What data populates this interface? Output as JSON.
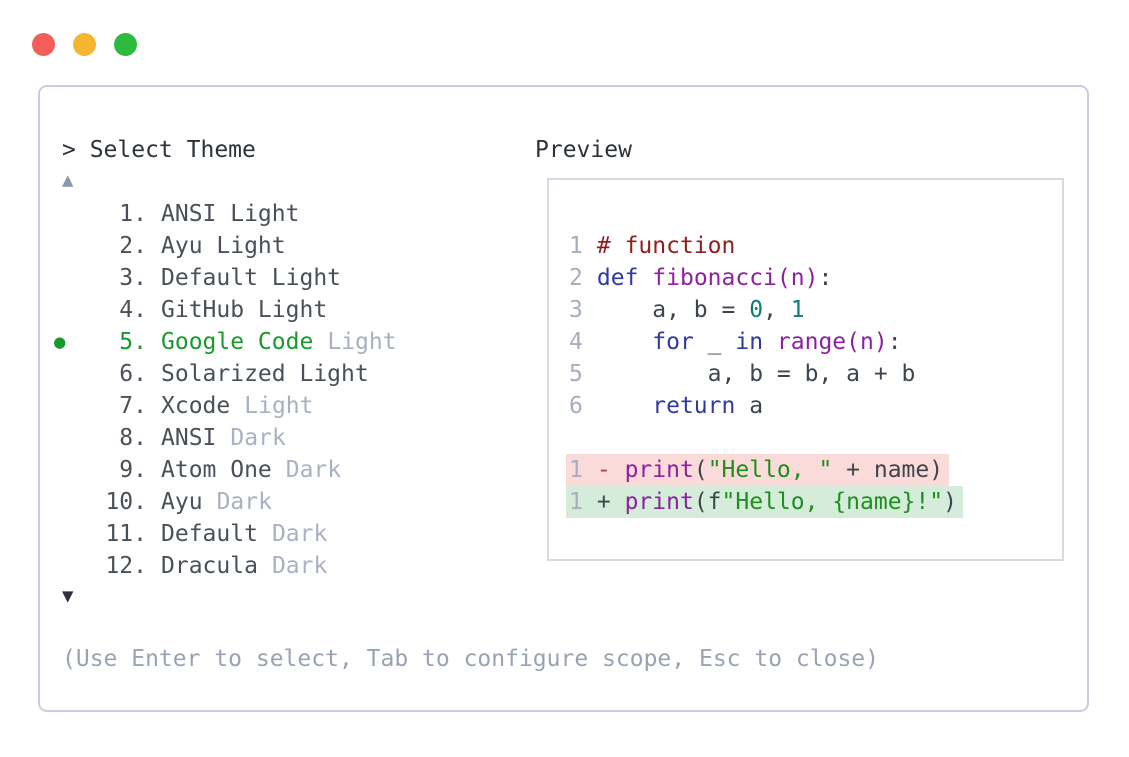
{
  "colors": {
    "text_primary": "#2d323a",
    "text_list": "#4a5059",
    "dim": "#a9b1c0",
    "hint": "#99a3b4",
    "arrow_up": "#8b97ac",
    "arrow_down": "#2d323a",
    "selected_green": "#189a2b",
    "border_panel": "#c8cedb",
    "border_preview": "#d6dae2",
    "lineno": "#a6aebd",
    "tk_plain": "#3f454e",
    "tk_comment": "#8f1f1c",
    "tk_keyword": "#2e3aa3",
    "tk_function": "#8c22a0",
    "tk_number": "#0e7d76",
    "tk_string": "#1e8f1e",
    "diff_minus": "#b2423e",
    "diff_plus": "#3f454e",
    "removed_bg": "#fbdbda",
    "added_bg": "#d5ecdb",
    "traffic_red": "#f25f5a",
    "traffic_yellow": "#f5b52e",
    "traffic_green": "#2cbb3f"
  },
  "window": {
    "traffic_lights": [
      {
        "name": "close",
        "color": "#f25f5a"
      },
      {
        "name": "minimize",
        "color": "#f5b52e"
      },
      {
        "name": "zoom",
        "color": "#2cbb3f"
      }
    ]
  },
  "picker": {
    "prompt": "> Select Theme",
    "scroll_up_indicator": "▲",
    "scroll_down_indicator": "▼",
    "selected_indicator": "●",
    "items": [
      {
        "number": "1.",
        "name": "ANSI Light",
        "variant": "",
        "selected": false
      },
      {
        "number": "2.",
        "name": "Ayu Light",
        "variant": "",
        "selected": false
      },
      {
        "number": "3.",
        "name": "Default Light",
        "variant": "",
        "selected": false
      },
      {
        "number": "4.",
        "name": "GitHub Light",
        "variant": "",
        "selected": false
      },
      {
        "number": "5.",
        "name": "Google Code",
        "variant": "Light",
        "selected": true
      },
      {
        "number": "6.",
        "name": "Solarized Light",
        "variant": "",
        "selected": false
      },
      {
        "number": "7.",
        "name": "Xcode",
        "variant": "Light",
        "selected": false
      },
      {
        "number": "8.",
        "name": "ANSI",
        "variant": "Dark",
        "selected": false
      },
      {
        "number": "9.",
        "name": "Atom One",
        "variant": "Dark",
        "selected": false
      },
      {
        "number": "10.",
        "name": "Ayu",
        "variant": "Dark",
        "selected": false
      },
      {
        "number": "11.",
        "name": "Default",
        "variant": "Dark",
        "selected": false
      },
      {
        "number": "12.",
        "name": "Dracula",
        "variant": "Dark",
        "selected": false
      }
    ],
    "hint": "(Use Enter to select, Tab to configure scope, Esc to close)"
  },
  "preview": {
    "title": "Preview",
    "code_lines": [
      {
        "num": "1",
        "tokens": [
          {
            "text": "# function",
            "type": "comment"
          }
        ]
      },
      {
        "num": "2",
        "tokens": [
          {
            "text": "def",
            "type": "keyword"
          },
          {
            "text": " ",
            "type": "plain"
          },
          {
            "text": "fibonacci(n)",
            "type": "function"
          },
          {
            "text": ":",
            "type": "plain"
          }
        ]
      },
      {
        "num": "3",
        "tokens": [
          {
            "text": "    a, b = ",
            "type": "plain"
          },
          {
            "text": "0",
            "type": "number"
          },
          {
            "text": ", ",
            "type": "plain"
          },
          {
            "text": "1",
            "type": "number"
          }
        ]
      },
      {
        "num": "4",
        "tokens": [
          {
            "text": "    ",
            "type": "plain"
          },
          {
            "text": "for",
            "type": "keyword"
          },
          {
            "text": " _ ",
            "type": "plain"
          },
          {
            "text": "in",
            "type": "keyword"
          },
          {
            "text": " ",
            "type": "plain"
          },
          {
            "text": "range(n)",
            "type": "function"
          },
          {
            "text": ":",
            "type": "plain"
          }
        ]
      },
      {
        "num": "5",
        "tokens": [
          {
            "text": "        a, b = b, a + b",
            "type": "plain"
          }
        ]
      },
      {
        "num": "6",
        "tokens": [
          {
            "text": "    ",
            "type": "plain"
          },
          {
            "text": "return",
            "type": "keyword"
          },
          {
            "text": " a",
            "type": "plain"
          }
        ]
      }
    ],
    "diff_lines": [
      {
        "num": "1",
        "kind": "removed",
        "tokens": [
          {
            "text": "- ",
            "type": "minus"
          },
          {
            "text": "print",
            "type": "function"
          },
          {
            "text": "(",
            "type": "plain"
          },
          {
            "text": "\"Hello, \"",
            "type": "string"
          },
          {
            "text": " + name)",
            "type": "plain"
          }
        ]
      },
      {
        "num": "1",
        "kind": "added",
        "tokens": [
          {
            "text": "+ ",
            "type": "plus"
          },
          {
            "text": "print",
            "type": "function"
          },
          {
            "text": "(f",
            "type": "plain"
          },
          {
            "text": "\"Hello, {name}!\"",
            "type": "string"
          },
          {
            "text": ")",
            "type": "plain"
          }
        ]
      }
    ]
  }
}
